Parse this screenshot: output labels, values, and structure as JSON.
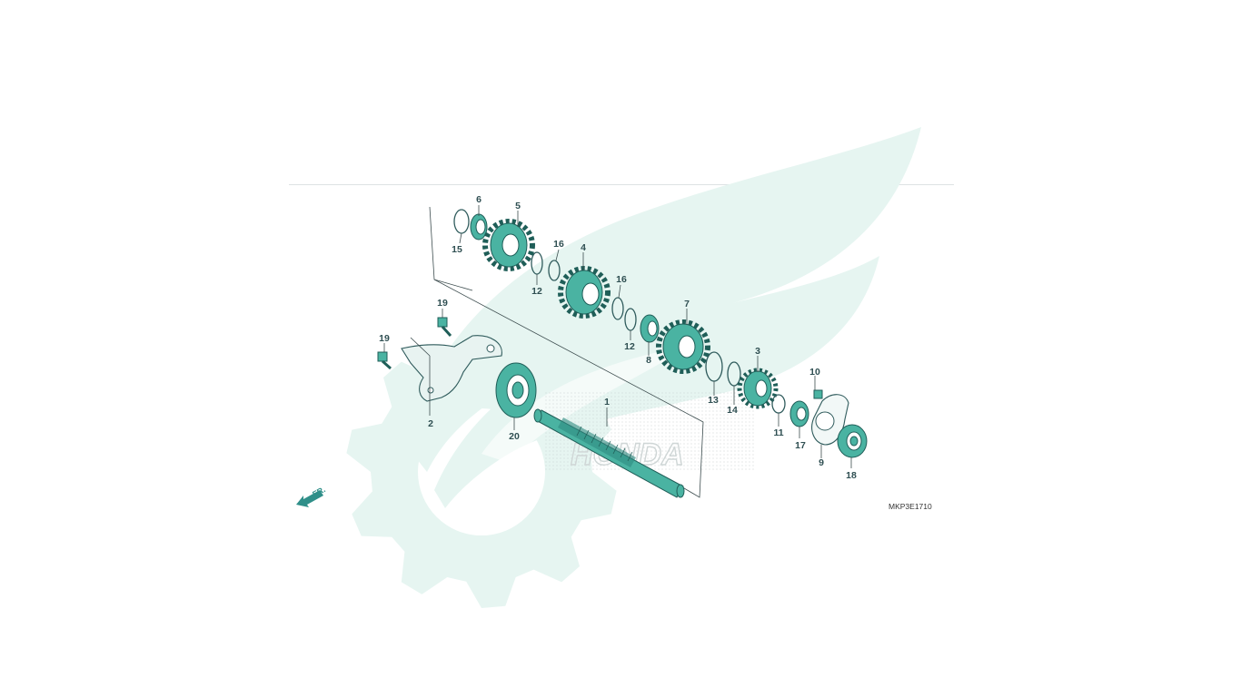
{
  "diagram": {
    "part_code": "MKP3E1710",
    "front_indicator": "FR.",
    "watermark_text": "HONDA",
    "watermark_color": "#e6f5f1",
    "part_color": "#4ab3a2",
    "parts": [
      {
        "id": "p1",
        "number": "1"
      },
      {
        "id": "p2",
        "number": "2"
      },
      {
        "id": "p3",
        "number": "3"
      },
      {
        "id": "p4",
        "number": "4"
      },
      {
        "id": "p5",
        "number": "5"
      },
      {
        "id": "p6",
        "number": "6"
      },
      {
        "id": "p7",
        "number": "7"
      },
      {
        "id": "p8",
        "number": "8"
      },
      {
        "id": "p9",
        "number": "9"
      },
      {
        "id": "p10",
        "number": "10"
      },
      {
        "id": "p11",
        "number": "11"
      },
      {
        "id": "p12a",
        "number": "12"
      },
      {
        "id": "p12b",
        "number": "12"
      },
      {
        "id": "p13",
        "number": "13"
      },
      {
        "id": "p14",
        "number": "14"
      },
      {
        "id": "p15",
        "number": "15"
      },
      {
        "id": "p16a",
        "number": "16"
      },
      {
        "id": "p16b",
        "number": "16"
      },
      {
        "id": "p17",
        "number": "17"
      },
      {
        "id": "p18",
        "number": "18"
      },
      {
        "id": "p19a",
        "number": "19"
      },
      {
        "id": "p19b",
        "number": "19"
      },
      {
        "id": "p20",
        "number": "20"
      }
    ]
  }
}
